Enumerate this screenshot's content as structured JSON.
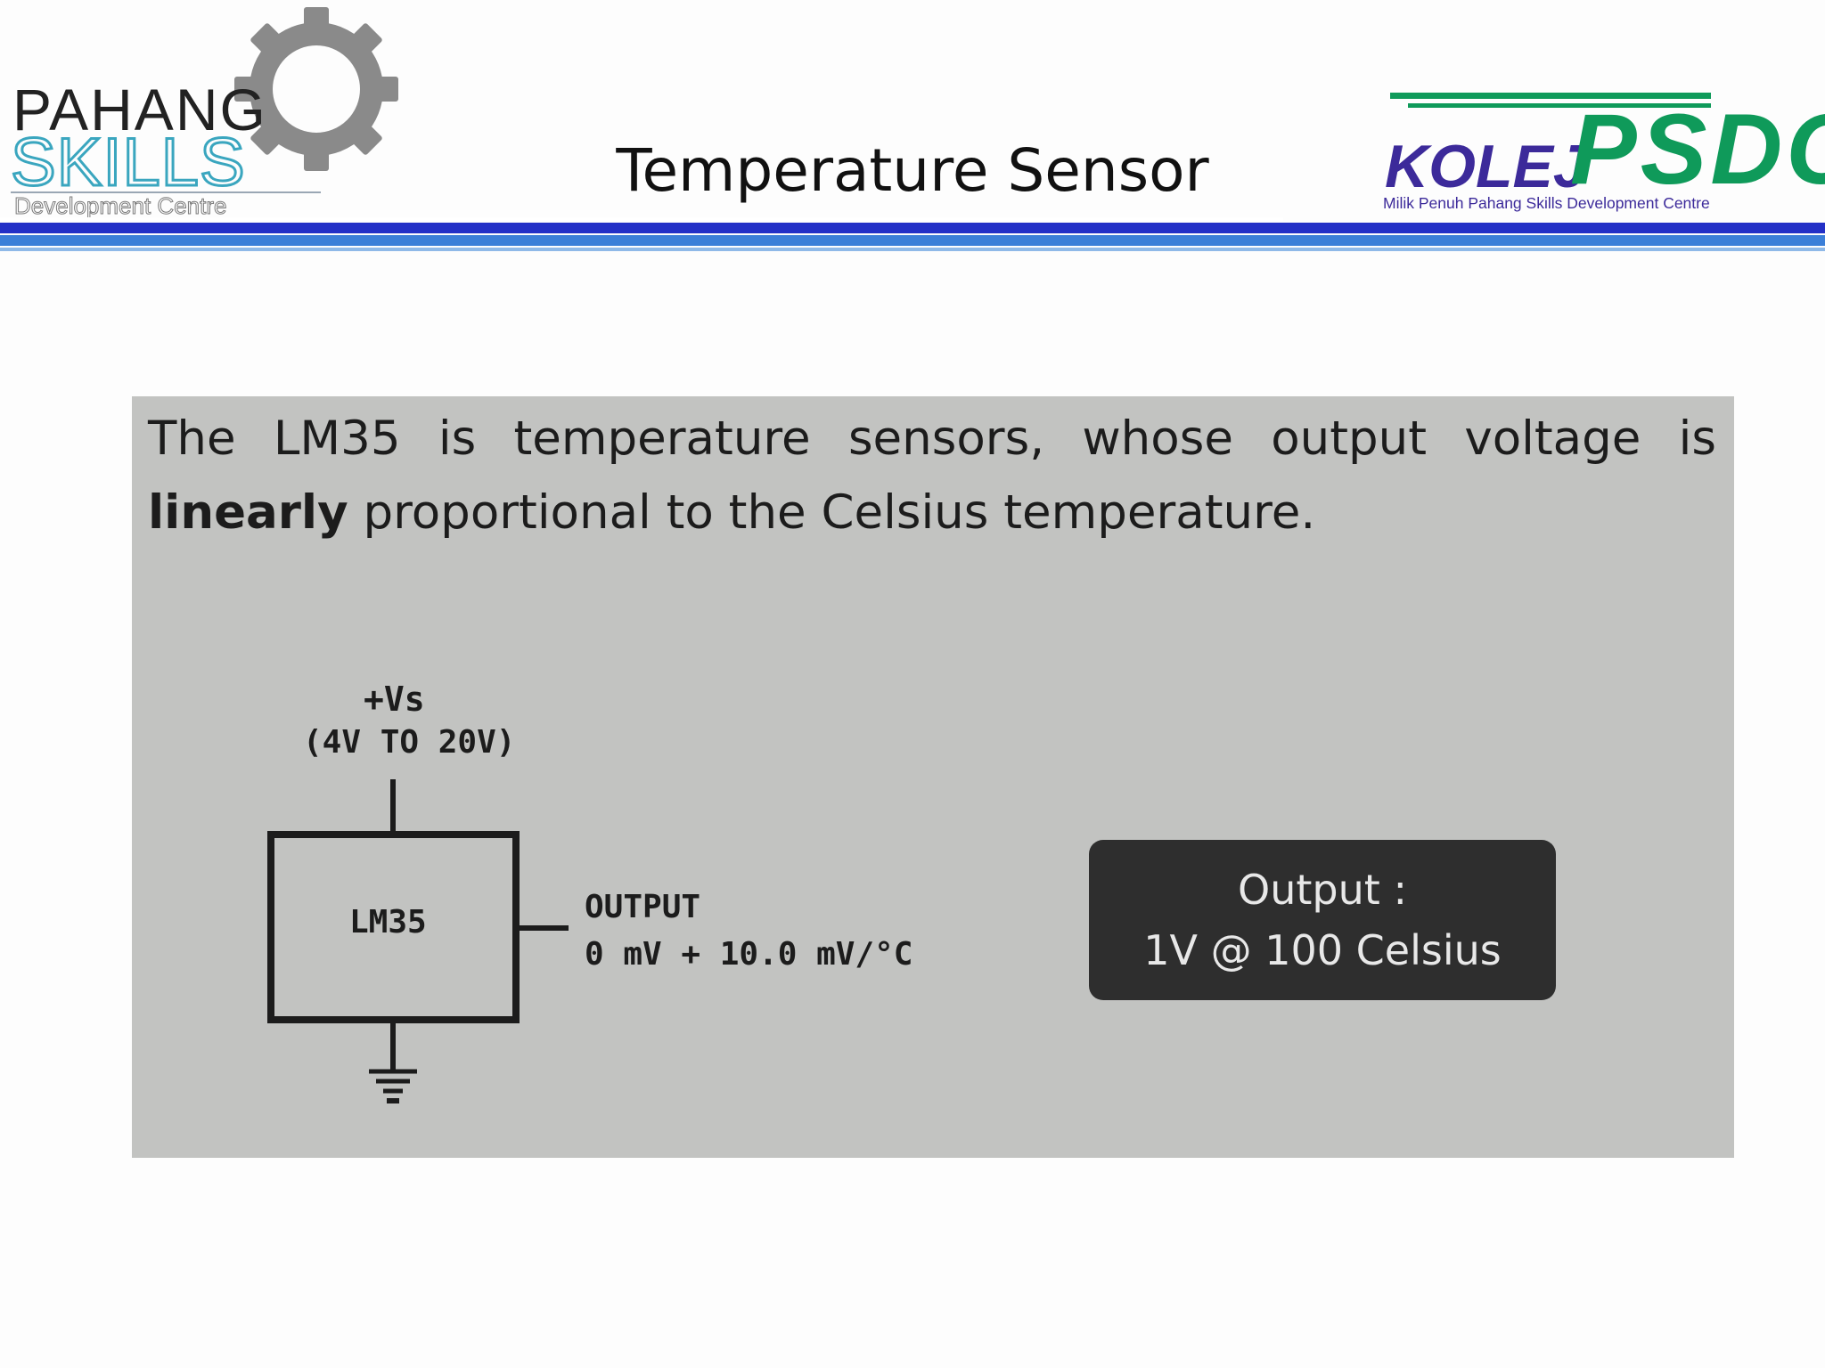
{
  "header": {
    "title": "Temperature Sensor",
    "left_logo": {
      "line1": "PAHANG",
      "line2": "SKILLS",
      "line3": "Development Centre"
    },
    "right_logo": {
      "word1": "KOLEJ",
      "word2": "PSDC",
      "tagline": "Milik Penuh Pahang Skills Development Centre"
    }
  },
  "content": {
    "text_prefix": "The LM35 is temperature sensors, whose output voltage is ",
    "text_bold": "linearly",
    "text_suffix": " proportional to the Celsius temperature.",
    "schematic": {
      "supply_label": "+Vs",
      "supply_range": "(4V TO 20V)",
      "chip_label": "LM35",
      "output_label": "OUTPUT",
      "output_formula": "0 mV + 10.0 mV/°C"
    },
    "badge": {
      "line1": "Output :",
      "line2": "1V @ 100 Celsius"
    }
  },
  "colors": {
    "rule_dark_blue": "#2330c6",
    "rule_blue": "#3b7fd8",
    "psdc_green": "#0f9a5a",
    "kolej_purple": "#3c2a9a",
    "photo_bg": "#c2c3c1"
  }
}
